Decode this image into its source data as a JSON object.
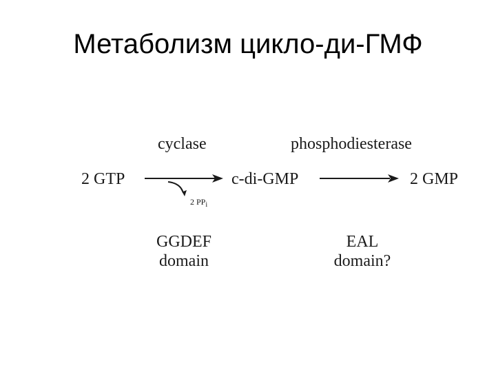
{
  "slide": {
    "title": "Метаболизм цикло-ди-ГМФ"
  },
  "pathway": {
    "substrate": "2 GTP",
    "intermediate": "c-di-GMP",
    "product": "2 GMP",
    "enzyme1": "cyclase",
    "enzyme2": "phosphodiesterase",
    "byproduct_main": "2 PP",
    "byproduct_sub": "i",
    "domain1": [
      "GGDEF",
      "domain"
    ],
    "domain2": [
      "EAL",
      "domain?"
    ]
  }
}
